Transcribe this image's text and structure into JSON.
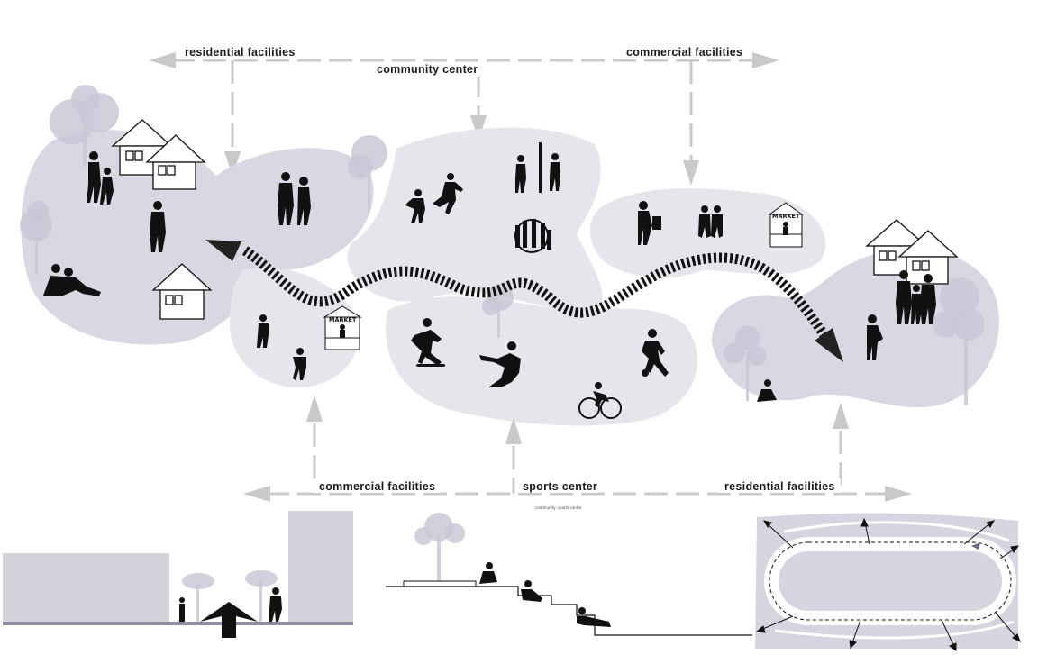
{
  "labels": {
    "top_left": "residential facilities",
    "top_center": "community center",
    "top_right": "commercial facilities",
    "bottom_left": "commercial facilities",
    "bottom_center": "sports center",
    "bottom_right": "residential facilities",
    "section_caption": "community, sports center"
  },
  "market_signs": [
    "MARKET",
    "MARKET"
  ],
  "colors": {
    "blob_fill": "#e6e5ec",
    "arrow_gray": "#c9c9c9",
    "silhouette": "#111111",
    "tree": "#c9c8d6"
  }
}
